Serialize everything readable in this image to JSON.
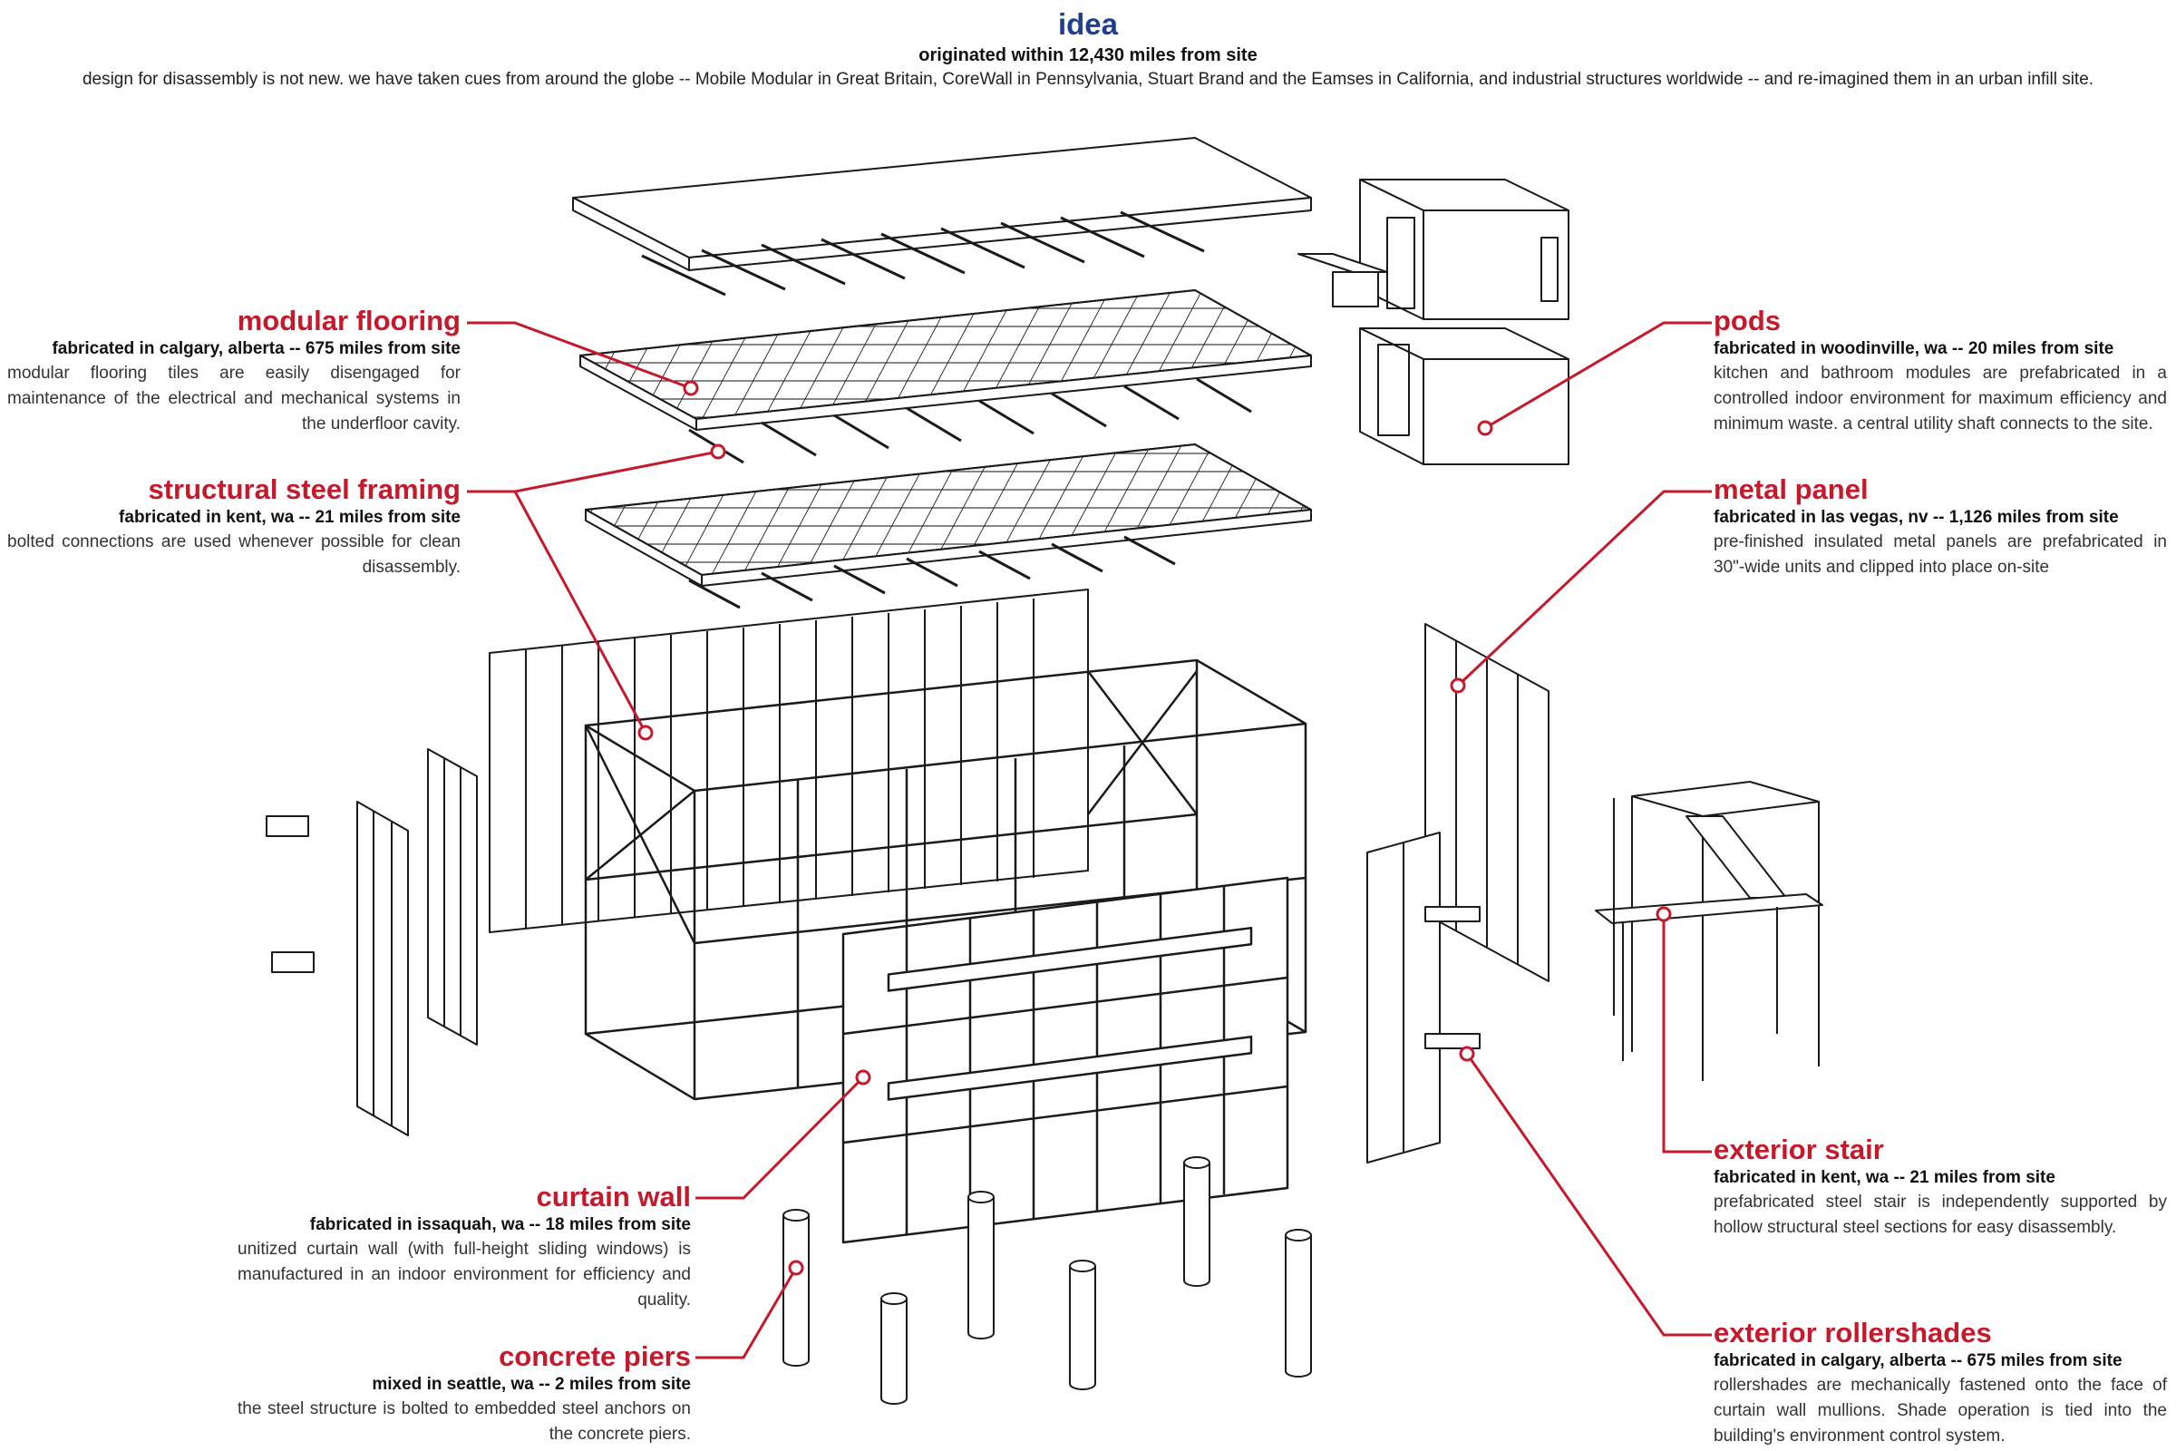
{
  "header": {
    "title": "idea",
    "subtitle": "originated within 12,430 miles from site",
    "description": "design for disassembly is not new.  we have taken cues from around the globe -- Mobile Modular in Great Britain, CoreWall in Pennsylvania, Stuart Brand and the Eamses in California, and industrial structures worldwide -- and re-imagined them in an urban infill site."
  },
  "labels": {
    "modular_flooring": {
      "title": "modular flooring",
      "source": "fabricated in calgary, alberta -- 675 miles from site",
      "description": "modular flooring tiles are easily disengaged for maintenance of the electrical and mechanical systems in the underfloor cavity."
    },
    "structural_steel_framing": {
      "title": "structural steel framing",
      "source": "fabricated in kent, wa -- 21 miles from site",
      "description": "bolted connections are used whenever possible for clean disassembly."
    },
    "curtain_wall": {
      "title": "curtain wall",
      "source": "fabricated in issaquah, wa -- 18 miles from site",
      "description": "unitized curtain wall (with full-height sliding windows) is manufactured in an indoor environment for efficiency and quality."
    },
    "concrete_piers": {
      "title": "concrete piers",
      "source": "mixed in seattle, wa -- 2 miles from site",
      "description": "the steel structure is bolted to embedded steel anchors on the concrete piers."
    },
    "pods": {
      "title": "pods",
      "source": "fabricated in woodinville, wa -- 20 miles from site",
      "description": "kitchen and bathroom modules are prefabricated in a controlled indoor environment for maximum efficiency and minimum waste.  a central utility shaft connects to the site."
    },
    "metal_panel": {
      "title": "metal panel",
      "source": "fabricated in las vegas, nv -- 1,126 miles from site",
      "description": "pre-finished insulated metal panels are prefabricated in 30\"-wide units and clipped into place on-site"
    },
    "exterior_stair": {
      "title": "exterior stair",
      "source": "fabricated in kent, wa -- 21 miles from site",
      "description": "prefabricated steel stair is independently supported by hollow structural steel sections for easy disassembly."
    },
    "exterior_rollershades": {
      "title": "exterior rollershades",
      "source": "fabricated in calgary, alberta -- 675 miles from site",
      "description": "rollershades are mechanically fastened onto the face of curtain wall mullions. Shade operation is tied into the building's environment control system."
    }
  },
  "colors": {
    "accent": "#c41a2c",
    "title_blue": "#1f3f8f",
    "line": "#1a1a1a"
  }
}
